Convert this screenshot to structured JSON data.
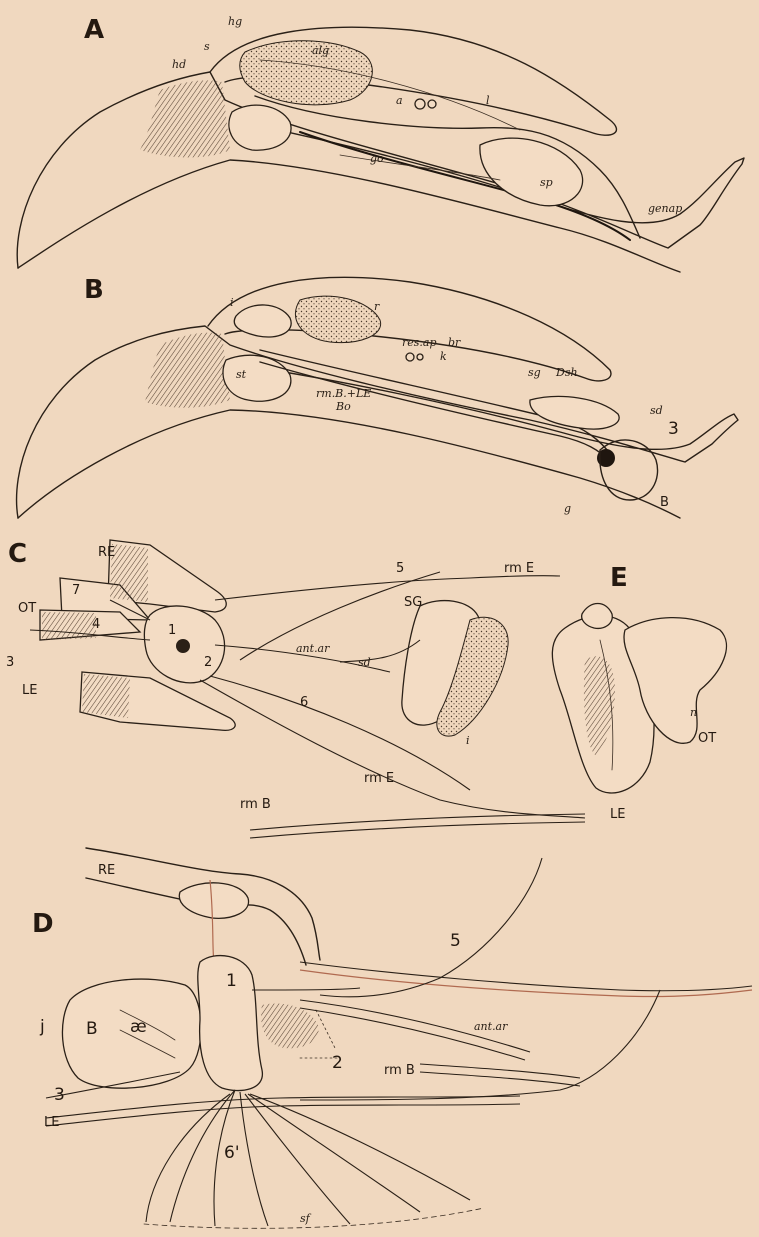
{
  "panels": {
    "A": {
      "letter": "A",
      "labels": [
        "hg",
        "s",
        "hd",
        "alg",
        "a",
        "l",
        "go",
        "sp",
        "genap"
      ]
    },
    "B": {
      "letter": "B",
      "labels": [
        "i",
        "r",
        "st",
        "res.ap",
        "br",
        "k",
        "rm.B.+LE",
        "Bo",
        "sg",
        "Dsh",
        "sd",
        "3",
        "g",
        "B"
      ]
    },
    "C": {
      "letter": "C",
      "labels": [
        "RE",
        "5",
        "rm E",
        "7",
        "4",
        "OT",
        "3",
        "LE",
        "1",
        "2",
        "ant.ar",
        "SG",
        "sd",
        "6",
        "rm E",
        "rm B",
        "i"
      ]
    },
    "E": {
      "letter": "E",
      "labels": [
        "OT",
        "LE",
        "n"
      ]
    },
    "D": {
      "letter": "D",
      "labels": [
        "RE",
        "5",
        "1",
        "j",
        "B",
        "æ",
        "ant.ar",
        "2",
        "rm B",
        "3",
        "LE",
        "6'",
        "sf"
      ]
    }
  }
}
